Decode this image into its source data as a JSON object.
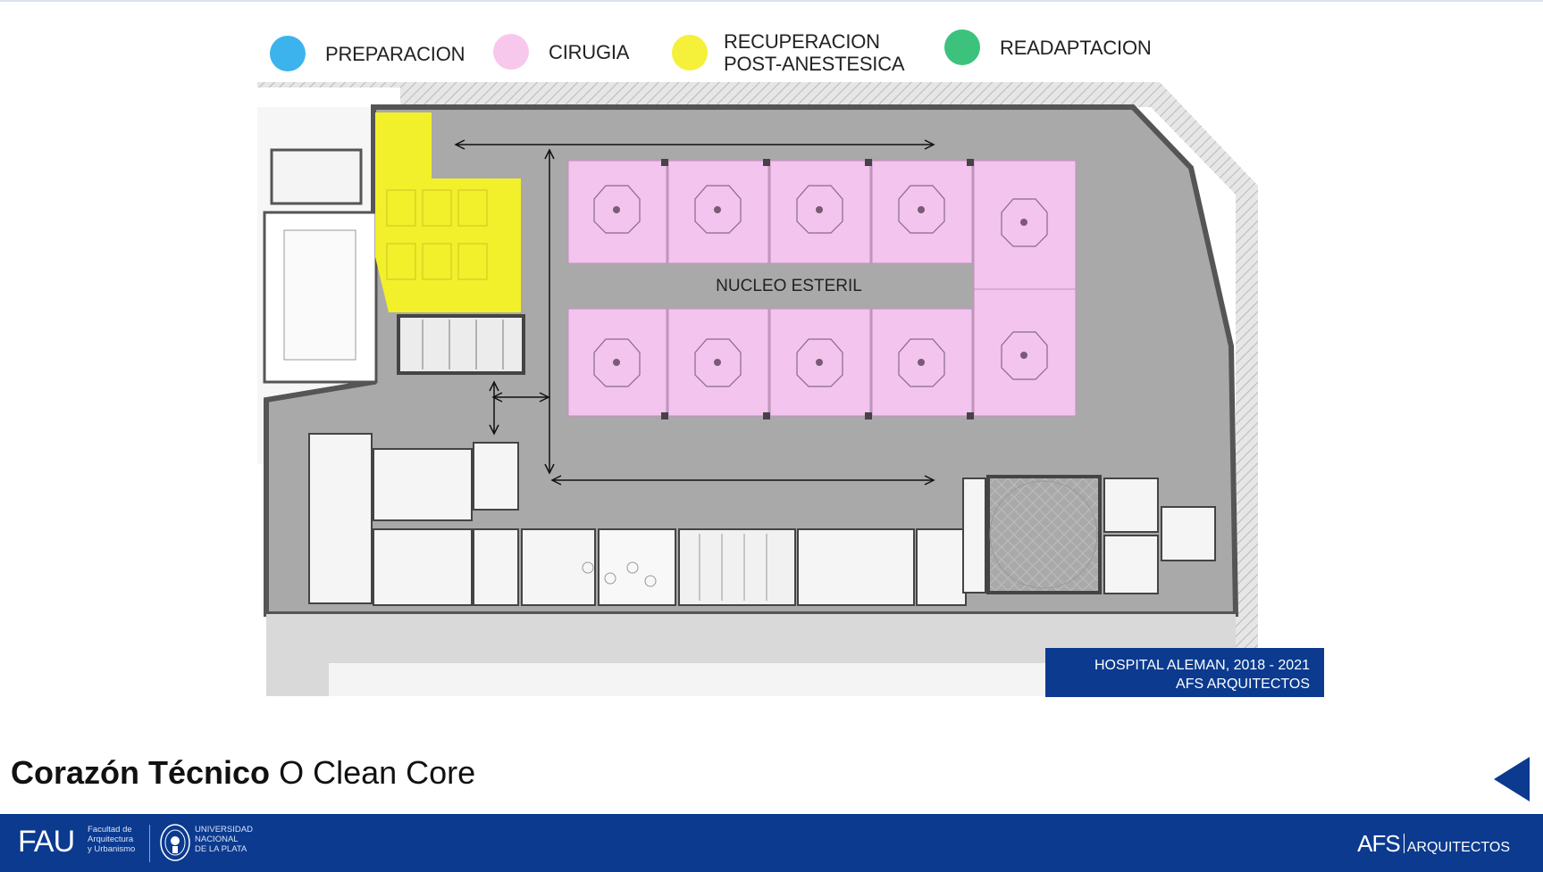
{
  "legend": [
    {
      "label": "PREPARACION",
      "color": "#3db3ee"
    },
    {
      "label": "CIRUGIA",
      "color": "#f7c8ec"
    },
    {
      "label": "RECUPERACION\nPOST-ANESTESICA",
      "line1": "RECUPERACION",
      "line2": "POST-ANESTESICA",
      "color": "#f5f03a"
    },
    {
      "label": "READAPTACION",
      "color": "#3cc27c"
    }
  ],
  "plan": {
    "core_label": "NUCLEO ESTERIL",
    "colors": {
      "corridor": "#a9a9a9",
      "wall": "#555555",
      "surgery": "#f2c4ee",
      "recovery": "#f2f02a",
      "hatch": "#cfcfcf"
    }
  },
  "caption": {
    "line1": "HOSPITAL ALEMAN, 2018 - 2021",
    "line2": "AFS ARQUITECTOS"
  },
  "title": {
    "bold": "Corazón Técnico",
    "normal": "O Clean Core"
  },
  "footer": {
    "fau": "FAU",
    "fau_sub": [
      "Facultad de",
      "Arquitectura",
      "y Urbanismo"
    ],
    "unlp_sub": [
      "UNIVERSIDAD",
      "NACIONAL",
      "DE LA PLATA"
    ],
    "afs": "AFS",
    "afs_sub": "ARQUITECTOS",
    "color": "#0b3a8f"
  }
}
